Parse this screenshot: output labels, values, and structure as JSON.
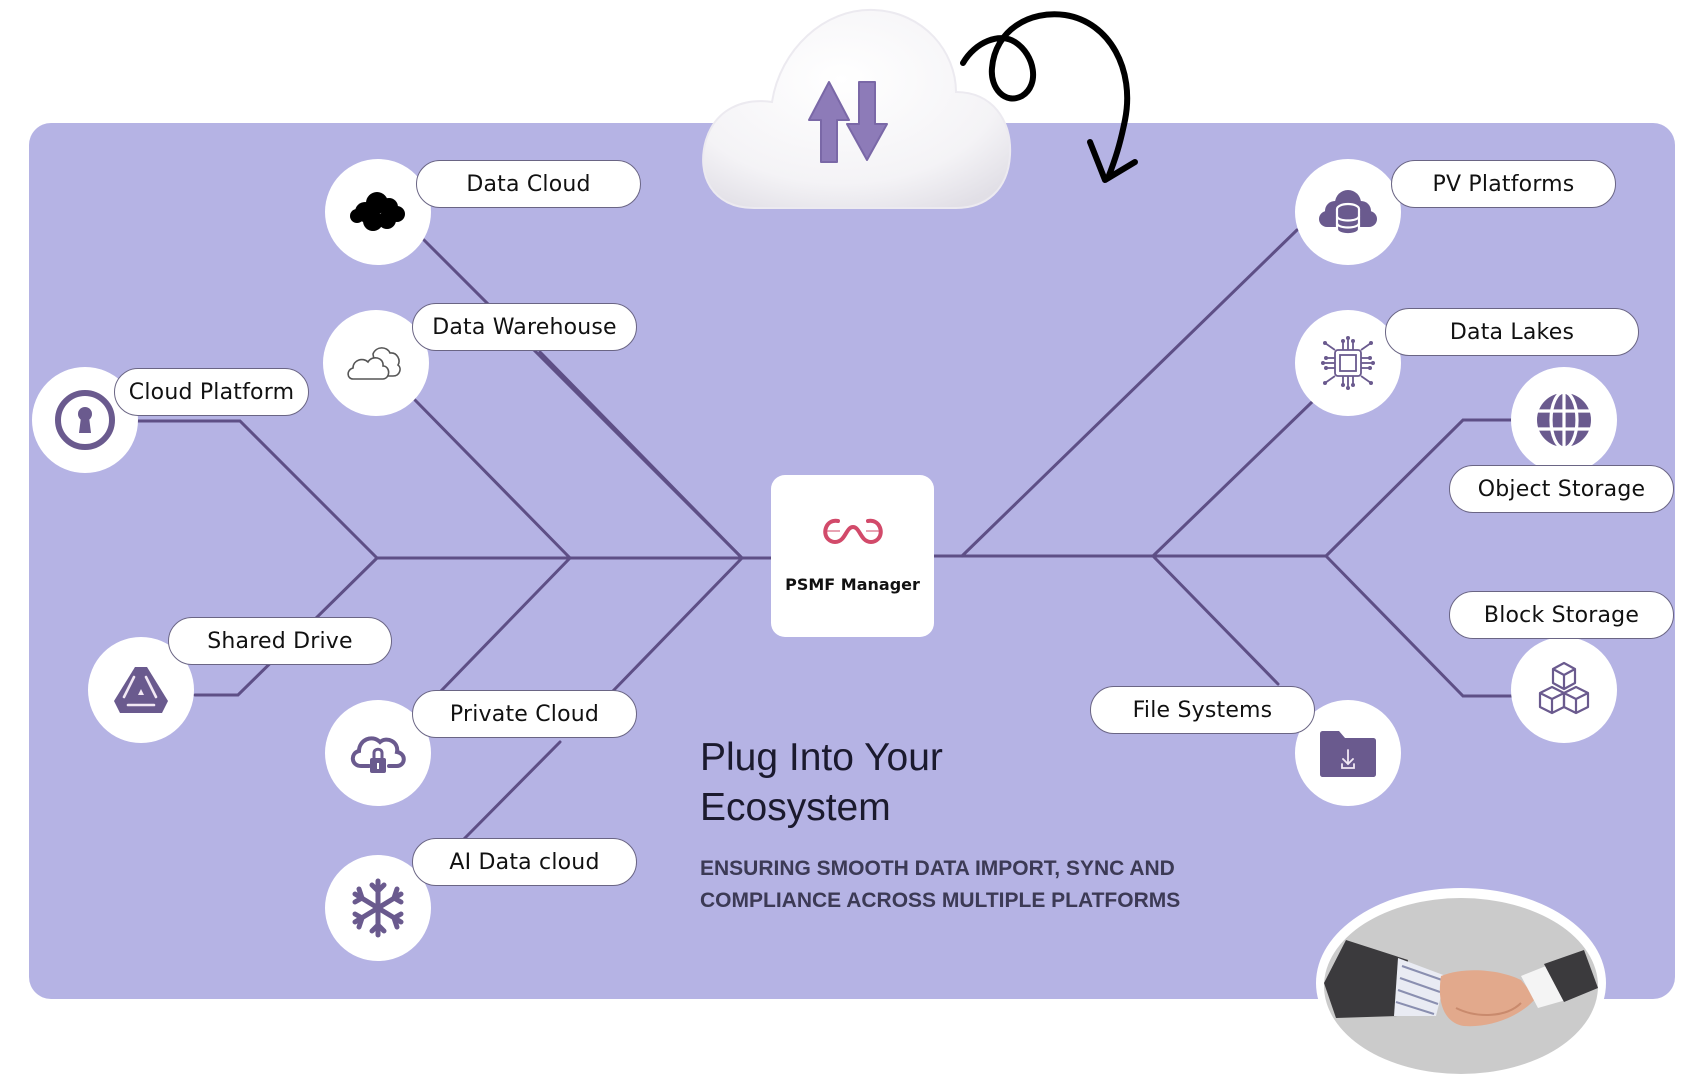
{
  "header": {
    "badge_icon": "cloud-sync-arrows-icon",
    "decoration_icon": "curly-arrow-icon"
  },
  "center": {
    "logo_icon": "psmf-wave-logo",
    "title": "PSMF Manager",
    "logo_color": "#d24a6a"
  },
  "left_nodes": [
    {
      "label": "Data Cloud",
      "icon": "cloud-solid-icon"
    },
    {
      "label": "Data Warehouse",
      "icon": "cloud-outline-icon"
    },
    {
      "label": "Cloud Platform",
      "icon": "keyhole-icon"
    },
    {
      "label": "Shared Drive",
      "icon": "drive-triangle-icon"
    },
    {
      "label": "Private Cloud",
      "icon": "cloud-lock-icon"
    },
    {
      "label": "AI Data cloud",
      "icon": "snowflake-icon"
    }
  ],
  "right_nodes": [
    {
      "label": "PV Platforms",
      "icon": "cloud-database-icon"
    },
    {
      "label": "Data Lakes",
      "icon": "chip-icon"
    },
    {
      "label": "Object Storage",
      "icon": "globe-icon"
    },
    {
      "label": "Block Storage",
      "icon": "cubes-icon"
    },
    {
      "label": "File Systems",
      "icon": "folder-download-icon"
    }
  ],
  "headline": {
    "line1": "Plug Into Your",
    "line2": "Ecosystem"
  },
  "subheadline": {
    "line1": "ENSURING SMOOTH DATA IMPORT, SYNC AND",
    "line2": "COMPLIANCE ACROSS MULTIPLE PLATFORMS"
  },
  "photo": {
    "subject": "handshake-photo"
  },
  "colors": {
    "panel": "#b5b3e4",
    "line": "#5e4f86",
    "icon": "#6a5a8e",
    "text": "#111111"
  }
}
